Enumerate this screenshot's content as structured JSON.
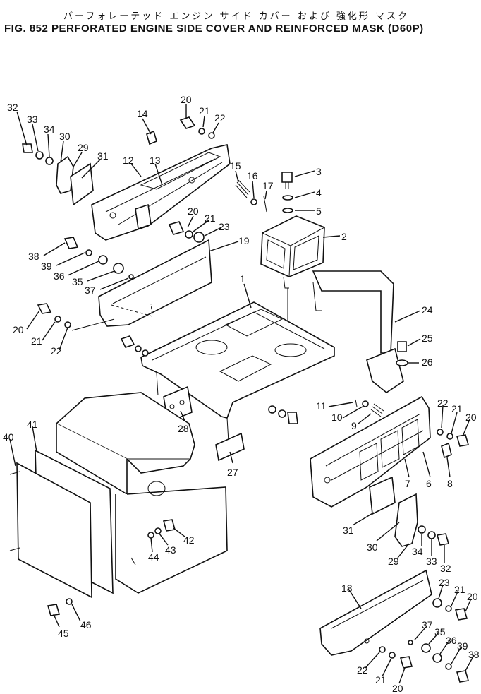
{
  "title": {
    "japanese": "パーフォレーテッド エンジン サイド カバー および 強化形 マスク",
    "english": "FIG. 852  PERFORATED ENGINE SIDE COVER AND REINFORCED MASK (D60P)"
  },
  "callouts": {
    "c32a": "32",
    "c33a": "33",
    "c34a": "34",
    "c30a": "30",
    "c29a": "29",
    "c31a": "31",
    "c14": "14",
    "c12": "12",
    "c13": "13",
    "c20a": "20",
    "c21a": "21",
    "c22a": "22",
    "c15": "15",
    "c16": "16",
    "c17": "17",
    "c3": "3",
    "c4": "4",
    "c5": "5",
    "c20b": "20",
    "c21b": "21",
    "c23a": "23",
    "c2": "2",
    "c19": "19",
    "c38a": "38",
    "c39a": "39",
    "c36a": "36",
    "c35a": "35",
    "c37a": "37",
    "c1": "1",
    "c20c": "20",
    "c21c": "21",
    "c22c": "22",
    "c24": "24",
    "c25": "25",
    "c26": "26",
    "c28": "28",
    "c11": "11",
    "c10": "10",
    "c9": "9",
    "c22d": "22",
    "c21d": "21",
    "c20d": "20",
    "c27": "27",
    "c7": "7",
    "c6": "6",
    "c8": "8",
    "c40": "40",
    "c41": "41",
    "c42": "42",
    "c43": "43",
    "c44": "44",
    "c31b": "31",
    "c30b": "30",
    "c29b": "29",
    "c34b": "34",
    "c33b": "33",
    "c32b": "32",
    "c18": "18",
    "c23b": "23",
    "c21e": "21",
    "c20e": "20",
    "c37b": "37",
    "c35b": "35",
    "c36b": "36",
    "c39b": "39",
    "c38b": "38",
    "c22f": "22",
    "c21f": "21",
    "c20f": "20",
    "c45": "45",
    "c46": "46"
  }
}
